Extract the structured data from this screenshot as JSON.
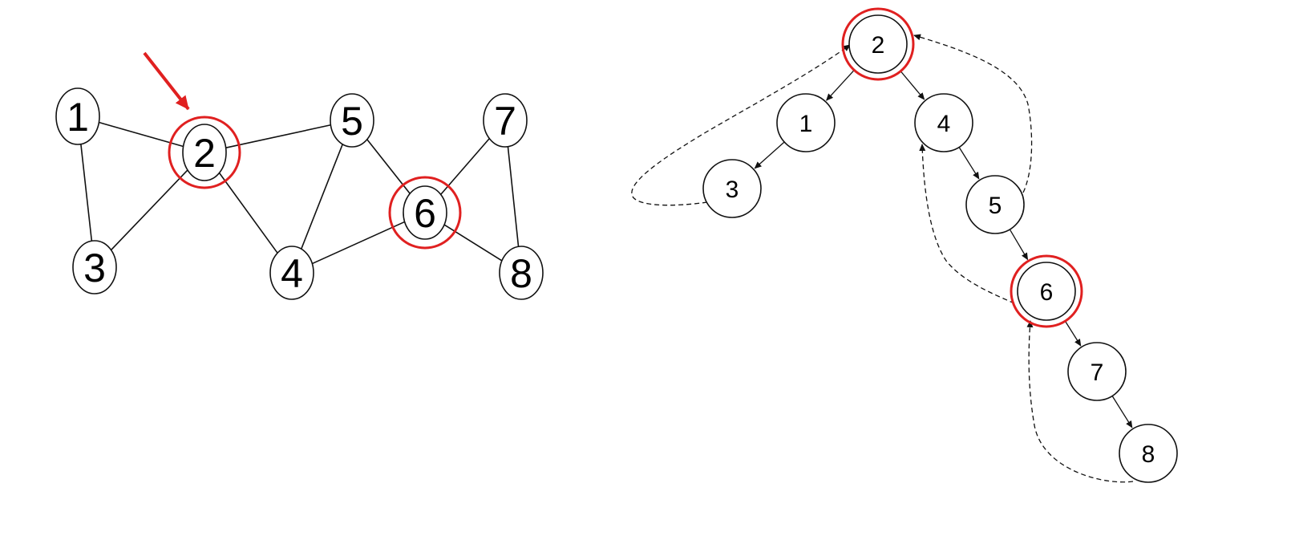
{
  "graph": {
    "nodes": [
      "1",
      "2",
      "3",
      "4",
      "5",
      "6",
      "7",
      "8"
    ],
    "edges": [
      [
        "1",
        "2"
      ],
      [
        "1",
        "3"
      ],
      [
        "2",
        "3"
      ],
      [
        "2",
        "5"
      ],
      [
        "2",
        "4"
      ],
      [
        "5",
        "4"
      ],
      [
        "5",
        "6"
      ],
      [
        "4",
        "6"
      ],
      [
        "6",
        "7"
      ],
      [
        "6",
        "8"
      ],
      [
        "7",
        "8"
      ]
    ],
    "highlighted": [
      "2",
      "6"
    ],
    "pointer_target": "2"
  },
  "dfs_tree": {
    "nodes": [
      "2",
      "1",
      "3",
      "4",
      "5",
      "6",
      "7",
      "8"
    ],
    "tree_edges": [
      [
        "2",
        "1"
      ],
      [
        "1",
        "3"
      ],
      [
        "2",
        "4"
      ],
      [
        "4",
        "5"
      ],
      [
        "5",
        "6"
      ],
      [
        "6",
        "7"
      ],
      [
        "7",
        "8"
      ]
    ],
    "back_edges": [
      [
        "3",
        "2"
      ],
      [
        "5",
        "2"
      ],
      [
        "6",
        "4"
      ],
      [
        "8",
        "6"
      ]
    ],
    "highlighted": [
      "2",
      "6"
    ]
  },
  "colors": {
    "highlight": "#e02020",
    "stroke": "#111111"
  }
}
